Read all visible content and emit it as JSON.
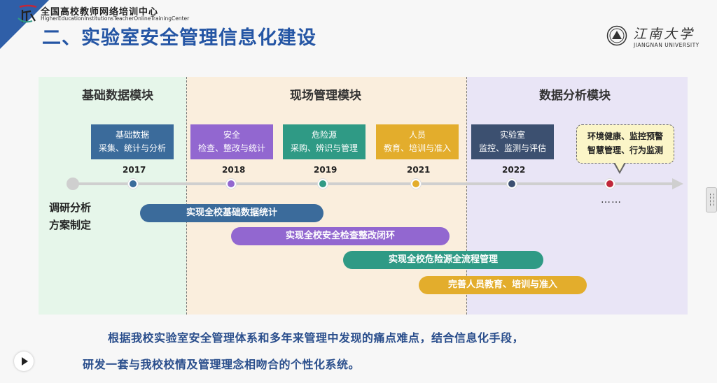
{
  "header": {
    "org_cn": "全国高校教师网络培训中心",
    "org_en": "HigherEducationInstitutionsTeacherOnlineTrainingCenter",
    "title": "二、实验室安全管理信息化建设",
    "university_cn": "江南大学",
    "university_en": "JIANGNAN UNIVERSITY"
  },
  "panels": [
    {
      "title": "基础数据模块",
      "color": "#e6f6ea"
    },
    {
      "title": "现场管理模块",
      "color": "#faeedd"
    },
    {
      "title": "数据分析模块",
      "color": "#e9e5f6"
    }
  ],
  "stages": [
    {
      "line1": "基础数据",
      "line2": "采集、统计与分析",
      "year": "2017",
      "color": "#3b6b9b"
    },
    {
      "line1": "安全",
      "line2": "检查、整改与统计",
      "year": "2018",
      "color": "#9267d0"
    },
    {
      "line1": "危险源",
      "line2": "采购、辨识与管理",
      "year": "2019",
      "color": "#2f9a85"
    },
    {
      "line1": "人员",
      "line2": "教育、培训与准入",
      "year": "2021",
      "color": "#e3ad2c"
    },
    {
      "line1": "实验室",
      "line2": "监控、监测与评估",
      "year": "2022",
      "color": "#3c5070"
    }
  ],
  "callout": {
    "line1": "环境健康、监控预警",
    "line2": "智慧管理、行为监测"
  },
  "timeline": {
    "ellipsis": "……",
    "start_label_1": "调研分析",
    "start_label_2": "方案制定"
  },
  "bars": [
    {
      "label": "实现全校基础数据统计",
      "color": "#3b6b9b"
    },
    {
      "label": "实现全校安全检查整改闭环",
      "color": "#9267d0"
    },
    {
      "label": "实现全校危险源全流程管理",
      "color": "#2f9a85"
    },
    {
      "label": "完善人员教育、培训与准入",
      "color": "#e3ad2c"
    }
  ],
  "footer": {
    "line1": "根据我校实验室安全管理体系和多年来管理中发现的痛点难点，结合信息化手段，",
    "line2": "研发一套与我校校情及管理理念相吻合的个性化系统。"
  },
  "colors": {
    "title_blue": "#2455a4",
    "footer_blue": "#2a4e8c",
    "callout_red": "#c0283a"
  }
}
